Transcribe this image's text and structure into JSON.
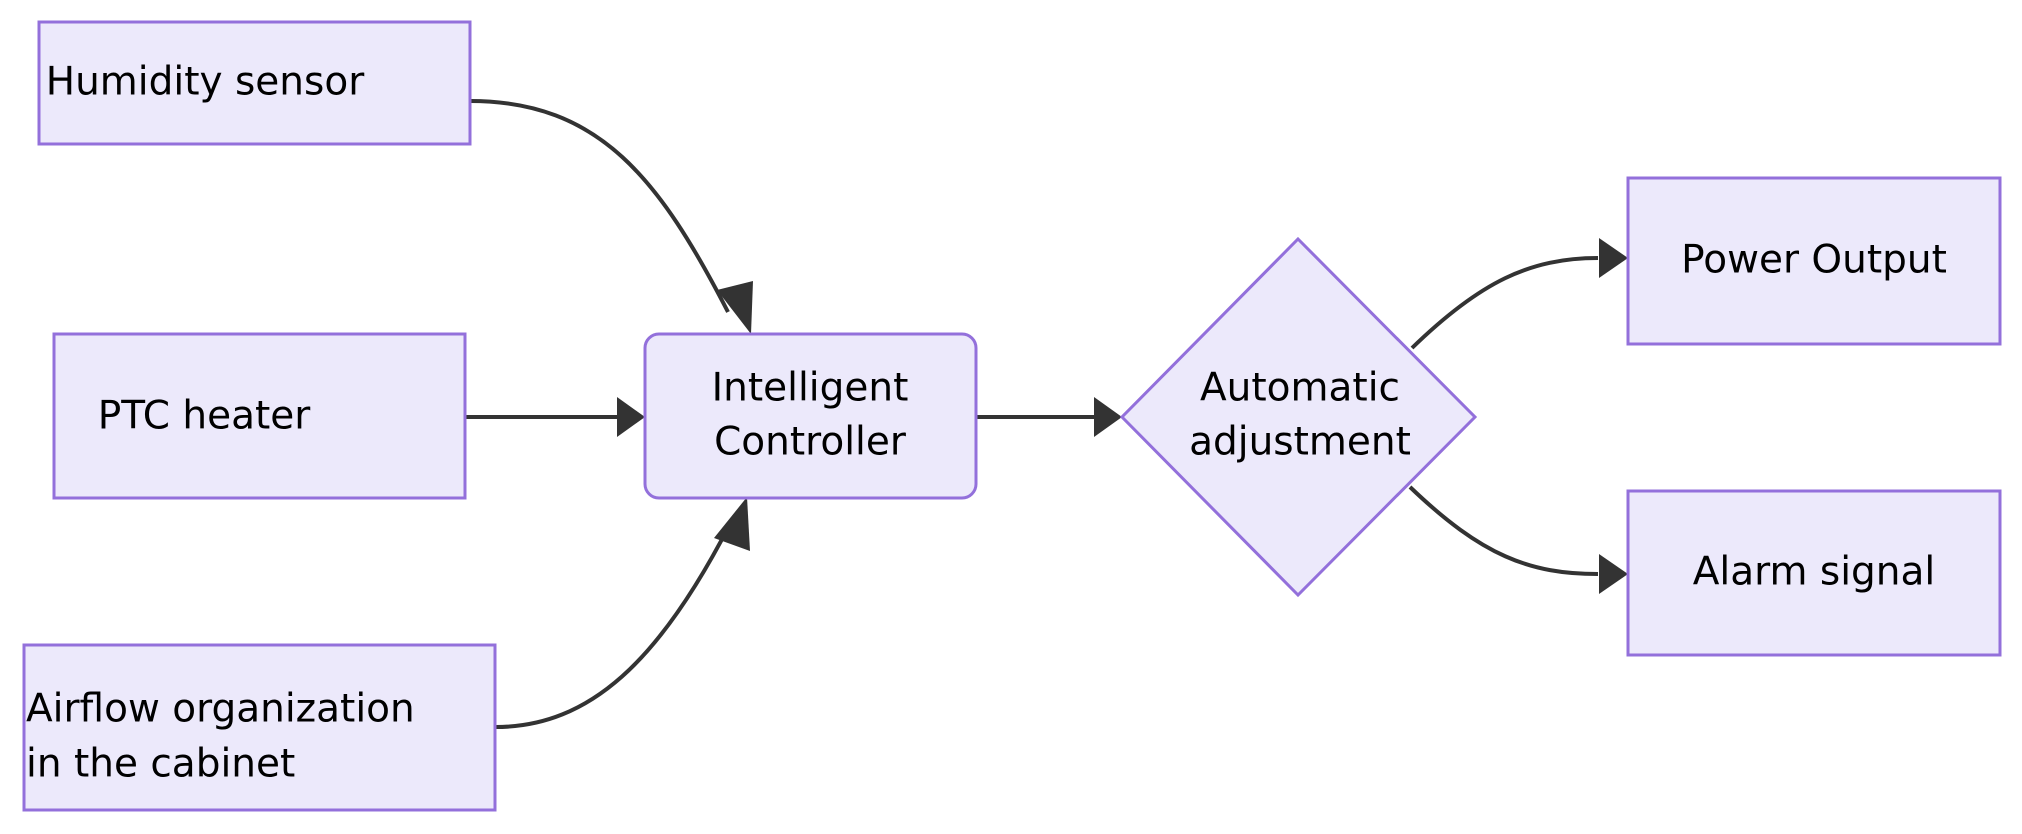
{
  "diagram": {
    "type": "flowchart",
    "title": "",
    "direction": "left-to-right",
    "background_color": "#ffffff",
    "node_fill_color": "#ECE9FB",
    "node_border_color": "#9370DB",
    "edge_color": "#333333",
    "text_color": "#000000"
  },
  "nodes": {
    "humidity_sensor": {
      "label": "Humidity sensor",
      "shape": "rect"
    },
    "ptc_heater": {
      "label": "PTC heater",
      "shape": "rect"
    },
    "airflow_line1": {
      "label": "Airflow organization",
      "shape": "rect"
    },
    "airflow_line2": {
      "label": "in the cabinet",
      "shape": "rect"
    },
    "controller_line1": {
      "label": "Intelligent",
      "shape": "rounded-rect"
    },
    "controller_line2": {
      "label": "Controller",
      "shape": "rounded-rect"
    },
    "adjustment_line1": {
      "label": "Automatic",
      "shape": "diamond"
    },
    "adjustment_line2": {
      "label": "adjustment",
      "shape": "diamond"
    },
    "power_output": {
      "label": "Power Output",
      "shape": "rect"
    },
    "alarm_signal": {
      "label": "Alarm signal",
      "shape": "rect"
    }
  },
  "edges": [
    {
      "from": "Humidity sensor",
      "to": "Intelligent Controller",
      "label": ""
    },
    {
      "from": "PTC heater",
      "to": "Intelligent Controller",
      "label": ""
    },
    {
      "from": "Airflow organization in the cabinet",
      "to": "Intelligent Controller",
      "label": ""
    },
    {
      "from": "Intelligent Controller",
      "to": "Automatic adjustment",
      "label": ""
    },
    {
      "from": "Automatic adjustment",
      "to": "Power Output",
      "label": ""
    },
    {
      "from": "Automatic adjustment",
      "to": "Alarm signal",
      "label": ""
    }
  ]
}
